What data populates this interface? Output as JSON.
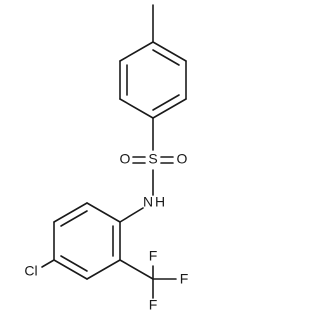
{
  "atom_labels": {
    "sulfur": "S",
    "oxygen_left": "O",
    "oxygen_right": "O",
    "nitrogen": "N",
    "amine_hydrogen": "H",
    "chlorine": "Cl",
    "fluorine_top": "F",
    "fluorine_right": "F",
    "fluorine_bottom": "F"
  },
  "colors": {
    "bond": "#1a1a1a",
    "background": "#ffffff"
  }
}
